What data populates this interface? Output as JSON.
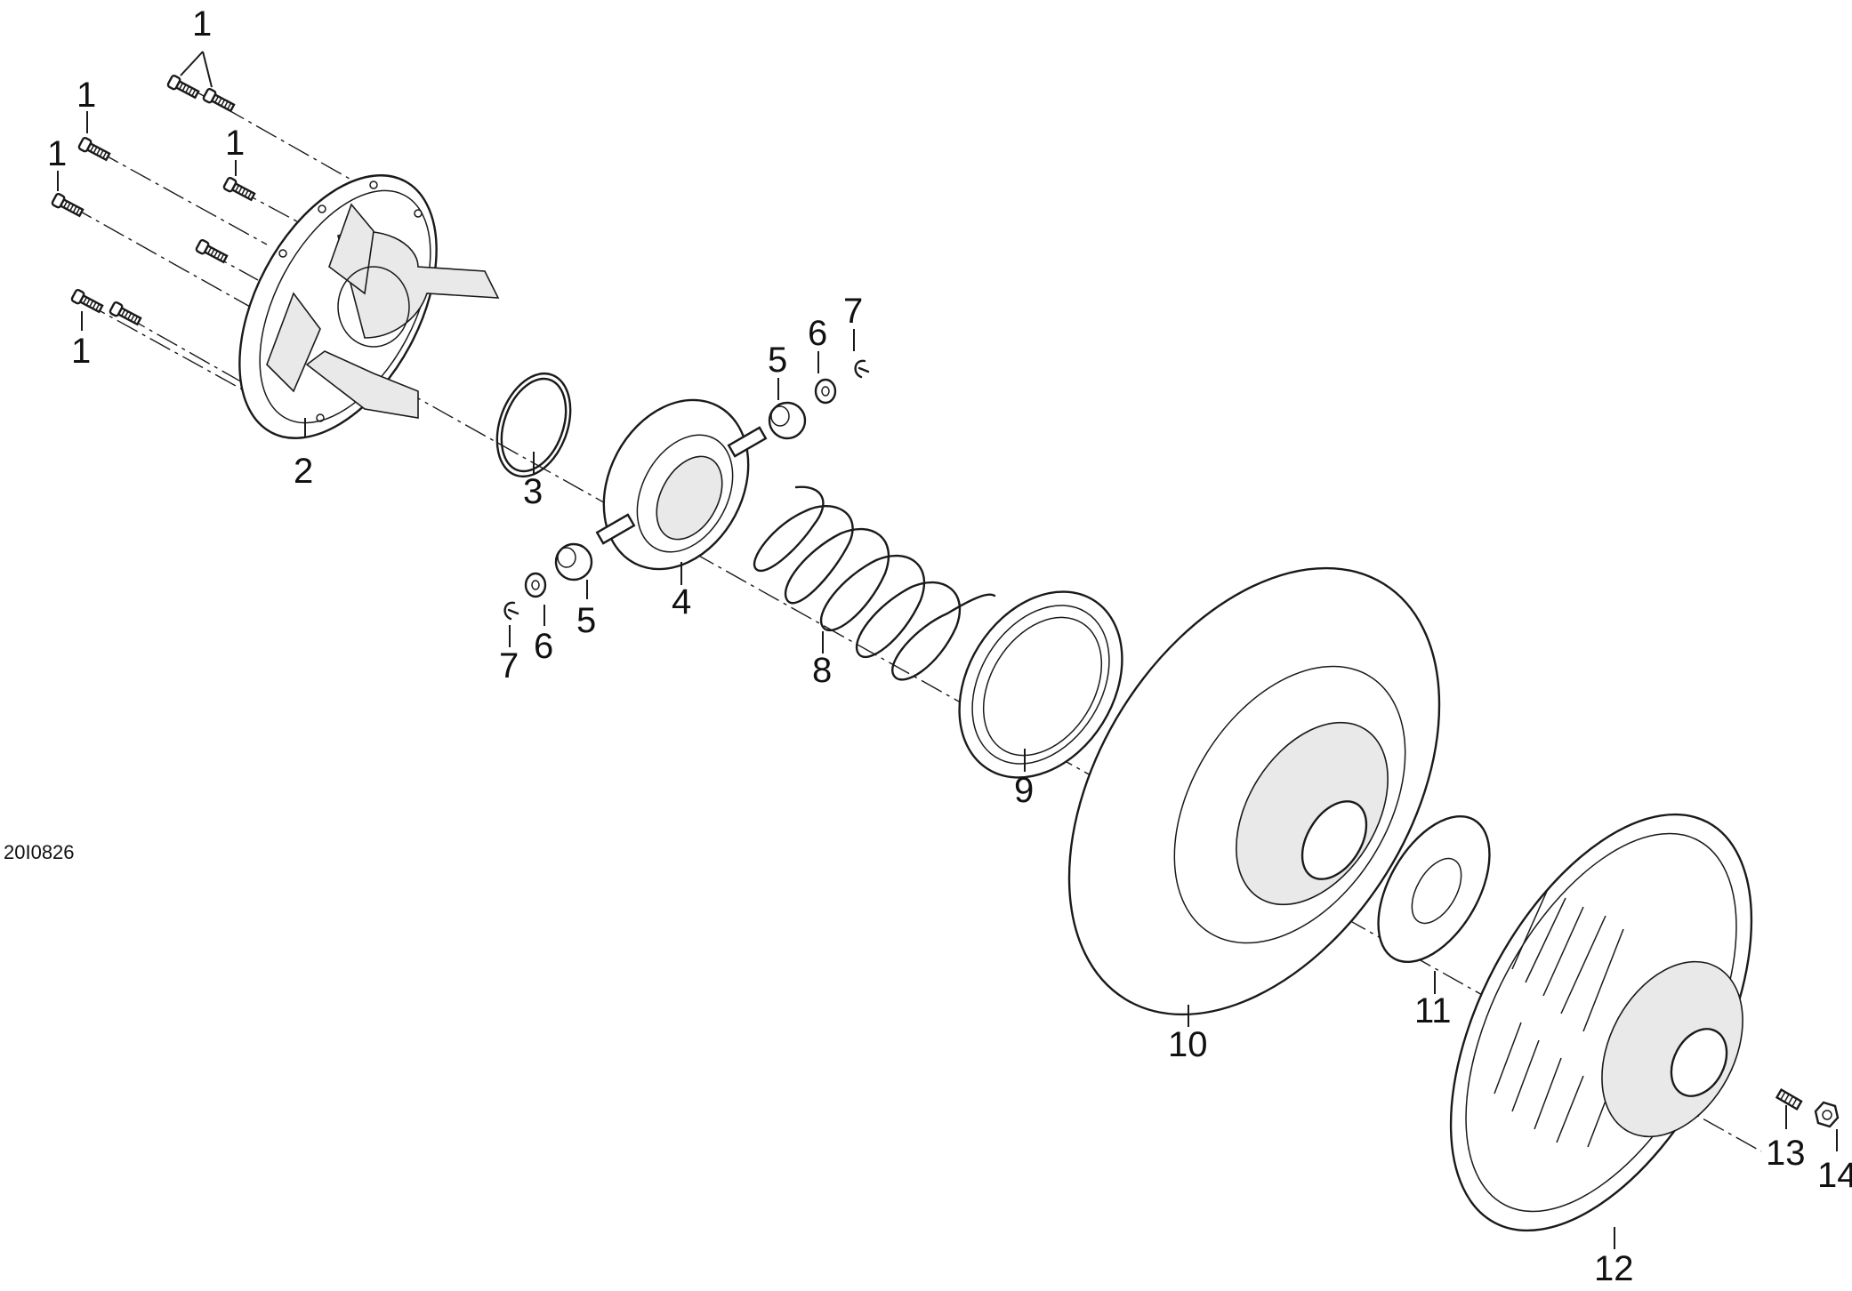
{
  "figure": {
    "reference_code": "20I0826",
    "callouts": {
      "screw_a": "1",
      "screw_b": "1",
      "screw_c": "1",
      "screw_d": "1",
      "screw_e": "1",
      "cover": "2",
      "ring": "3",
      "spider": "4",
      "roller_upper": "5",
      "roller_lower": "5",
      "washer_upper": "6",
      "washer_lower": "6",
      "clip_upper": "7",
      "clip_lower": "7",
      "spring": "8",
      "seal": "9",
      "sheave": "10",
      "shim": "11",
      "fixed_sheave": "12",
      "set_screw": "13",
      "nut": "14"
    }
  }
}
